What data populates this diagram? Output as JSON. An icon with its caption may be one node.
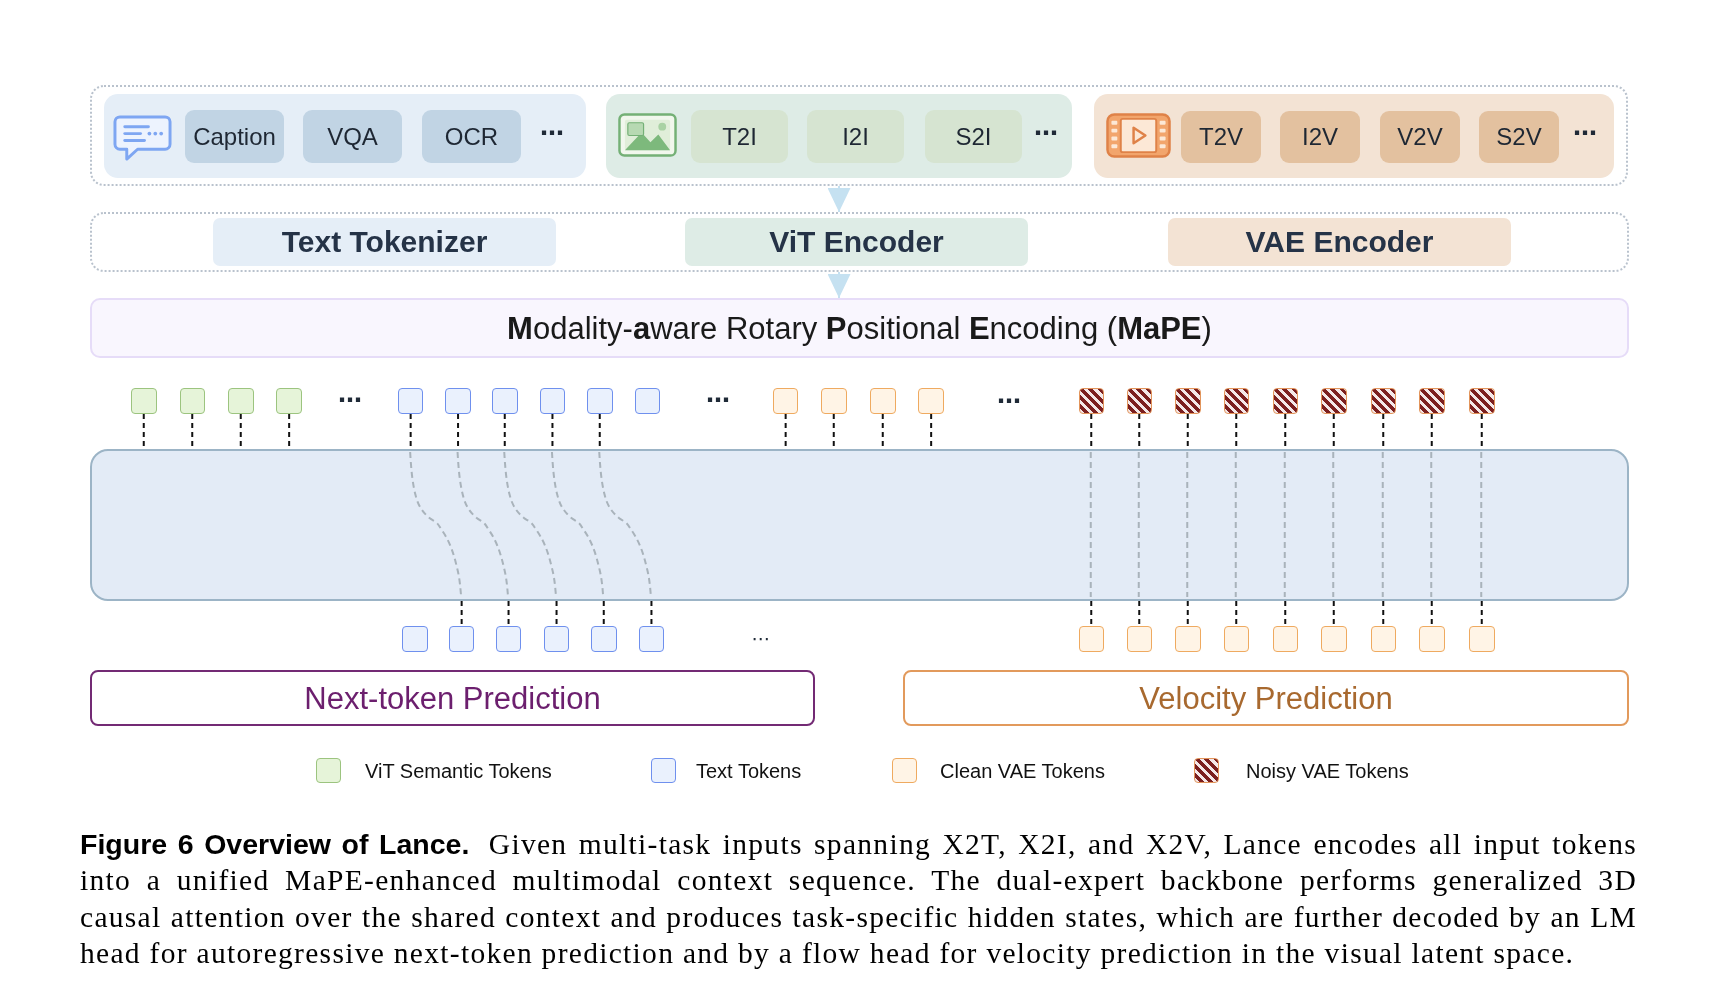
{
  "diagram": {
    "caption": "**Figure 6 Overview of Lance.** Given multi-task inputs spanning X2T, X2I, and X2V, Lance encodes all input tokens into a unified MaPE-enhanced multimodal context sequence. The dual-expert backbone performs generalized 3D causal attention over the shared context and produces task-specific hidden states, which are further decoded by an LM head for autoregressive next-token prediction and by a flow head for velocity prediction in the visual latent space.",
    "nodes": [
      {
        "text": [],
        "shape": "box"
      },
      {
        "text": [
          "⋯"
        ],
        "in": 0
      },
      {
        "text": [
          "Caption"
        ],
        "in": 1
      },
      {
        "text": [
          "VQA"
        ],
        "in": 1
      },
      {
        "text": [
          "OCR"
        ],
        "in": 1
      },
      {
        "text": [
          "⋯"
        ],
        "in": 0
      },
      {
        "text": [
          "T2I"
        ],
        "in": 5
      },
      {
        "text": [
          "I2I"
        ],
        "in": 5
      },
      {
        "text": [
          "S2I"
        ],
        "in": 5
      },
      {
        "text": [
          "⋯"
        ],
        "in": 0
      },
      {
        "text": [
          "T2V"
        ],
        "in": 9
      },
      {
        "text": [
          "I2V"
        ],
        "in": 9
      },
      {
        "text": [
          "V2V"
        ],
        "in": 9
      },
      {
        "text": [
          "S2V"
        ],
        "in": 9
      },
      {
        "text": [],
        "shape": "box"
      },
      {
        "text": [
          "Text Tokenizer"
        ],
        "in": 14
      },
      {
        "text": [
          "ViT Encoder"
        ],
        "in": 14
      },
      {
        "text": [
          "VAE Encoder"
        ],
        "in": 14
      },
      {
        "text": [
          "**M**odality-**a**ware Rotary **P**ositional **E**ncoding (**MaPE**)"
        ]
      },
      {
        "text": [],
        "shape": "box"
      },
      {
        "text": [],
        "shape": "box"
      },
      {
        "text": [],
        "shape": "box"
      },
      {
        "text": [],
        "shape": "box"
      },
      {
        "text": [],
        "shape": "box"
      },
      {
        "text": [],
        "shape": "box"
      },
      {
        "text": [],
        "shape": "box"
      },
      {
        "text": [],
        "shape": "box"
      },
      {
        "text": [],
        "shape": "box"
      },
      {
        "text": [],
        "shape": "box"
      },
      {
        "text": [],
        "shape": "box"
      },
      {
        "text": [],
        "shape": "box"
      },
      {
        "text": [],
        "shape": "box"
      },
      {
        "text": [],
        "shape": "box"
      },
      {
        "text": [],
        "shape": "box"
      },
      {
        "text": [],
        "shape": "box"
      },
      {
        "text": [],
        "shape": "box"
      },
      {
        "text": [],
        "shape": "box"
      },
      {
        "text": [],
        "shape": "box"
      },
      {
        "text": [],
        "shape": "box"
      },
      {
        "text": [],
        "shape": "box"
      },
      {
        "text": [],
        "shape": "box"
      },
      {
        "text": [],
        "shape": "box"
      },
      {
        "text": [],
        "shape": "box"
      },
      {
        "text": [],
        "shape": "box"
      },
      {
        "text": [],
        "shape": "box"
      },
      {
        "text": [],
        "shape": "box"
      },
      {
        "text": [],
        "shape": "box"
      },
      {
        "text": [],
        "shape": "box"
      },
      {
        "text": [],
        "shape": "box"
      },
      {
        "text": [],
        "shape": "box"
      },
      {
        "text": [],
        "shape": "box"
      },
      {
        "text": [],
        "shape": "box"
      },
      {
        "text": [],
        "shape": "box"
      },
      {
        "text": [],
        "shape": "box"
      },
      {
        "text": [],
        "shape": "box"
      },
      {
        "text": [],
        "shape": "box"
      },
      {
        "text": [],
        "shape": "box"
      },
      {
        "text": [],
        "shape": "box"
      },
      {
        "text": [
          "Next-token Prediction"
        ]
      },
      {
        "text": [
          "Velocity Prediction"
        ]
      }
    ],
    "edges": [
      {
        "from": 0,
        "to": 14,
        "arrow": "to",
        "color": "#c5e1f1"
      },
      {
        "from": 14,
        "to": 18,
        "arrow": "to",
        "color": "#c5e1f1"
      },
      {
        "from": 19,
        "to": 42,
        "arrow": "none",
        "style": "dashed"
      },
      {
        "from": 20,
        "to": 42,
        "arrow": "none",
        "style": "dashed"
      },
      {
        "from": 21,
        "to": 42,
        "arrow": "none",
        "style": "dashed"
      },
      {
        "from": 22,
        "to": 42,
        "arrow": "none",
        "style": "dashed"
      },
      {
        "from": 23,
        "to": 42,
        "arrow": "none",
        "style": "dashed"
      },
      {
        "from": 24,
        "to": 42,
        "arrow": "none",
        "style": "dashed"
      },
      {
        "from": 25,
        "to": 42,
        "arrow": "none",
        "style": "dashed"
      },
      {
        "from": 26,
        "to": 42,
        "arrow": "none",
        "style": "dashed"
      },
      {
        "from": 27,
        "to": 42,
        "arrow": "none",
        "style": "dashed"
      },
      {
        "from": 42,
        "to": 44,
        "arrow": "none",
        "style": "dashed"
      },
      {
        "from": 42,
        "to": 45,
        "arrow": "none",
        "style": "dashed"
      },
      {
        "from": 42,
        "to": 46,
        "arrow": "none",
        "style": "dashed"
      },
      {
        "from": 42,
        "to": 47,
        "arrow": "none",
        "style": "dashed"
      },
      {
        "from": 42,
        "to": 48,
        "arrow": "none",
        "style": "dashed"
      },
      {
        "from": 29,
        "to": 42,
        "arrow": "none",
        "style": "dashed"
      },
      {
        "from": 30,
        "to": 42,
        "arrow": "none",
        "style": "dashed"
      },
      {
        "from": 31,
        "to": 42,
        "arrow": "none",
        "style": "dashed"
      },
      {
        "from": 32,
        "to": 42,
        "arrow": "none",
        "style": "dashed"
      },
      {
        "from": 33,
        "to": 42,
        "arrow": "none",
        "style": "dashed"
      },
      {
        "from": 34,
        "to": 42,
        "arrow": "none",
        "style": "dashed"
      },
      {
        "from": 35,
        "to": 42,
        "arrow": "none",
        "style": "dashed"
      },
      {
        "from": 36,
        "to": 42,
        "arrow": "none",
        "style": "dashed"
      },
      {
        "from": 37,
        "to": 42,
        "arrow": "none",
        "style": "dashed"
      },
      {
        "from": 38,
        "to": 42,
        "arrow": "none",
        "style": "dashed"
      },
      {
        "from": 39,
        "to": 42,
        "arrow": "none",
        "style": "dashed"
      },
      {
        "from": 40,
        "to": 42,
        "arrow": "none",
        "style": "dashed"
      },
      {
        "from": 41,
        "to": 42,
        "arrow": "none",
        "style": "dashed"
      },
      {
        "from": 42,
        "to": 49,
        "arrow": "none",
        "style": "dashed"
      },
      {
        "from": 42,
        "to": 50,
        "arrow": "none",
        "style": "dashed"
      },
      {
        "from": 42,
        "to": 51,
        "arrow": "none",
        "style": "dashed"
      },
      {
        "from": 42,
        "to": 52,
        "arrow": "none",
        "style": "dashed"
      },
      {
        "from": 42,
        "to": 53,
        "arrow": "none",
        "style": "dashed"
      },
      {
        "from": 42,
        "to": 54,
        "arrow": "none",
        "style": "dashed"
      },
      {
        "from": 42,
        "to": 55,
        "arrow": "none",
        "style": "dashed"
      },
      {
        "from": 42,
        "to": 56,
        "arrow": "none",
        "style": "dashed"
      },
      {
        "from": 42,
        "to": 57,
        "arrow": "none",
        "style": "dashed"
      }
    ],
    "labels": [
      "⋯",
      "⋯",
      "⋯",
      "⋯"
    ],
    "legend": [
      {
        "text": "ViT Semantic Tokens",
        "color": "#e6f4d9"
      },
      {
        "text": "Text Tokens",
        "color": "#eaf1fd"
      },
      {
        "text": "Clean VAE Tokens",
        "color": "#fff4e6"
      },
      {
        "text": "Noisy VAE Tokens"
      }
    ]
  }
}
